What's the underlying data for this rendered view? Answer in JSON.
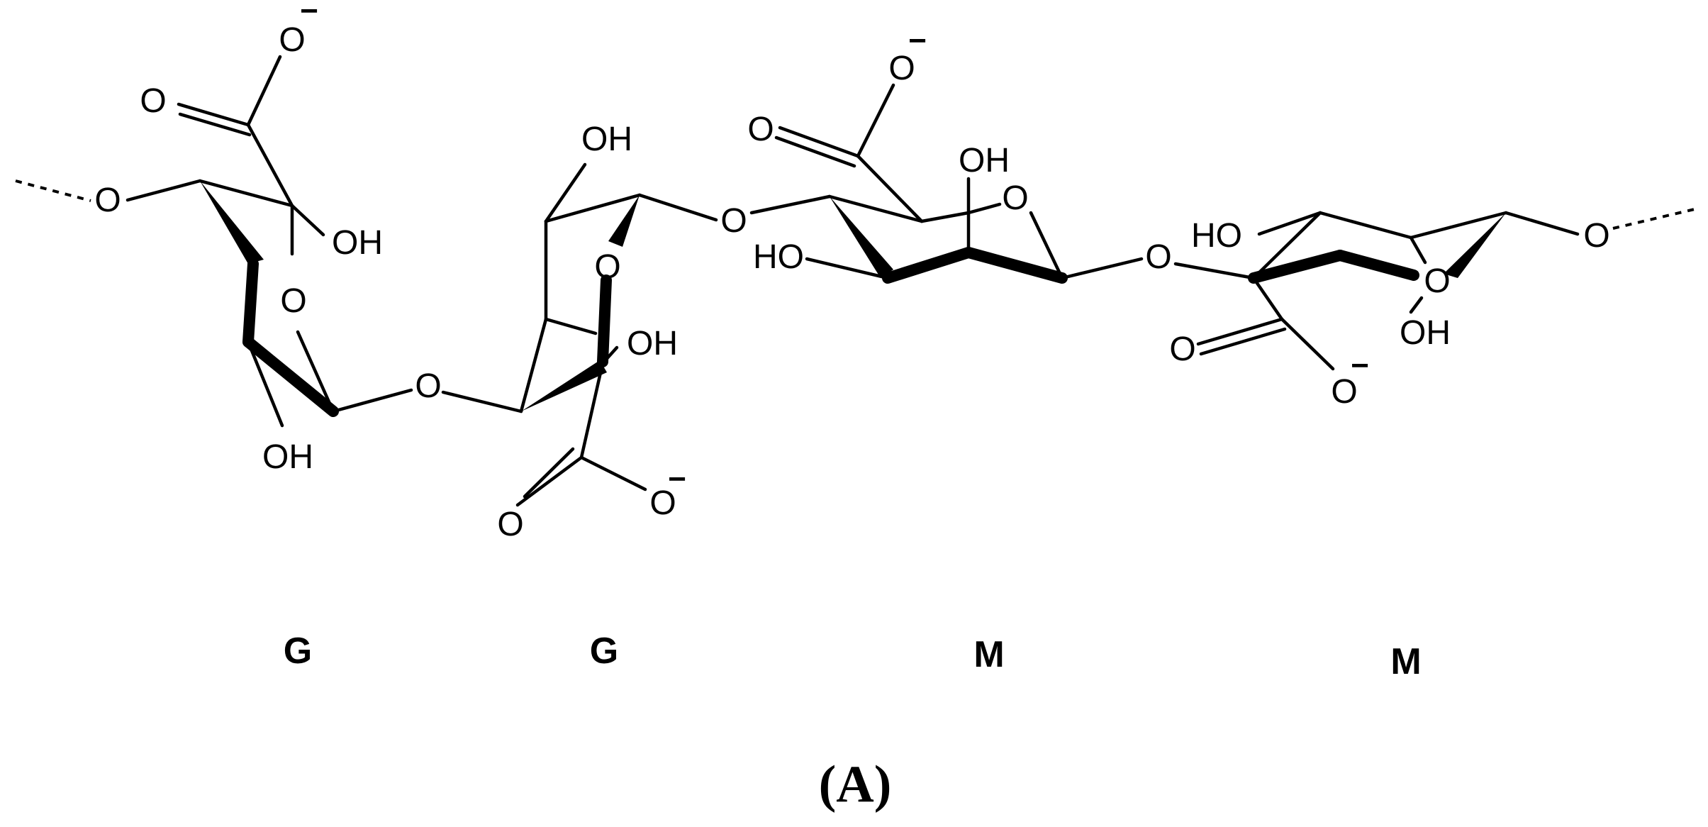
{
  "atoms": {
    "o": "O",
    "oh": "OH",
    "ho": "HO",
    "minus": "−"
  },
  "units": [
    "G",
    "G",
    "M",
    "M"
  ],
  "panel_label": "(A)"
}
